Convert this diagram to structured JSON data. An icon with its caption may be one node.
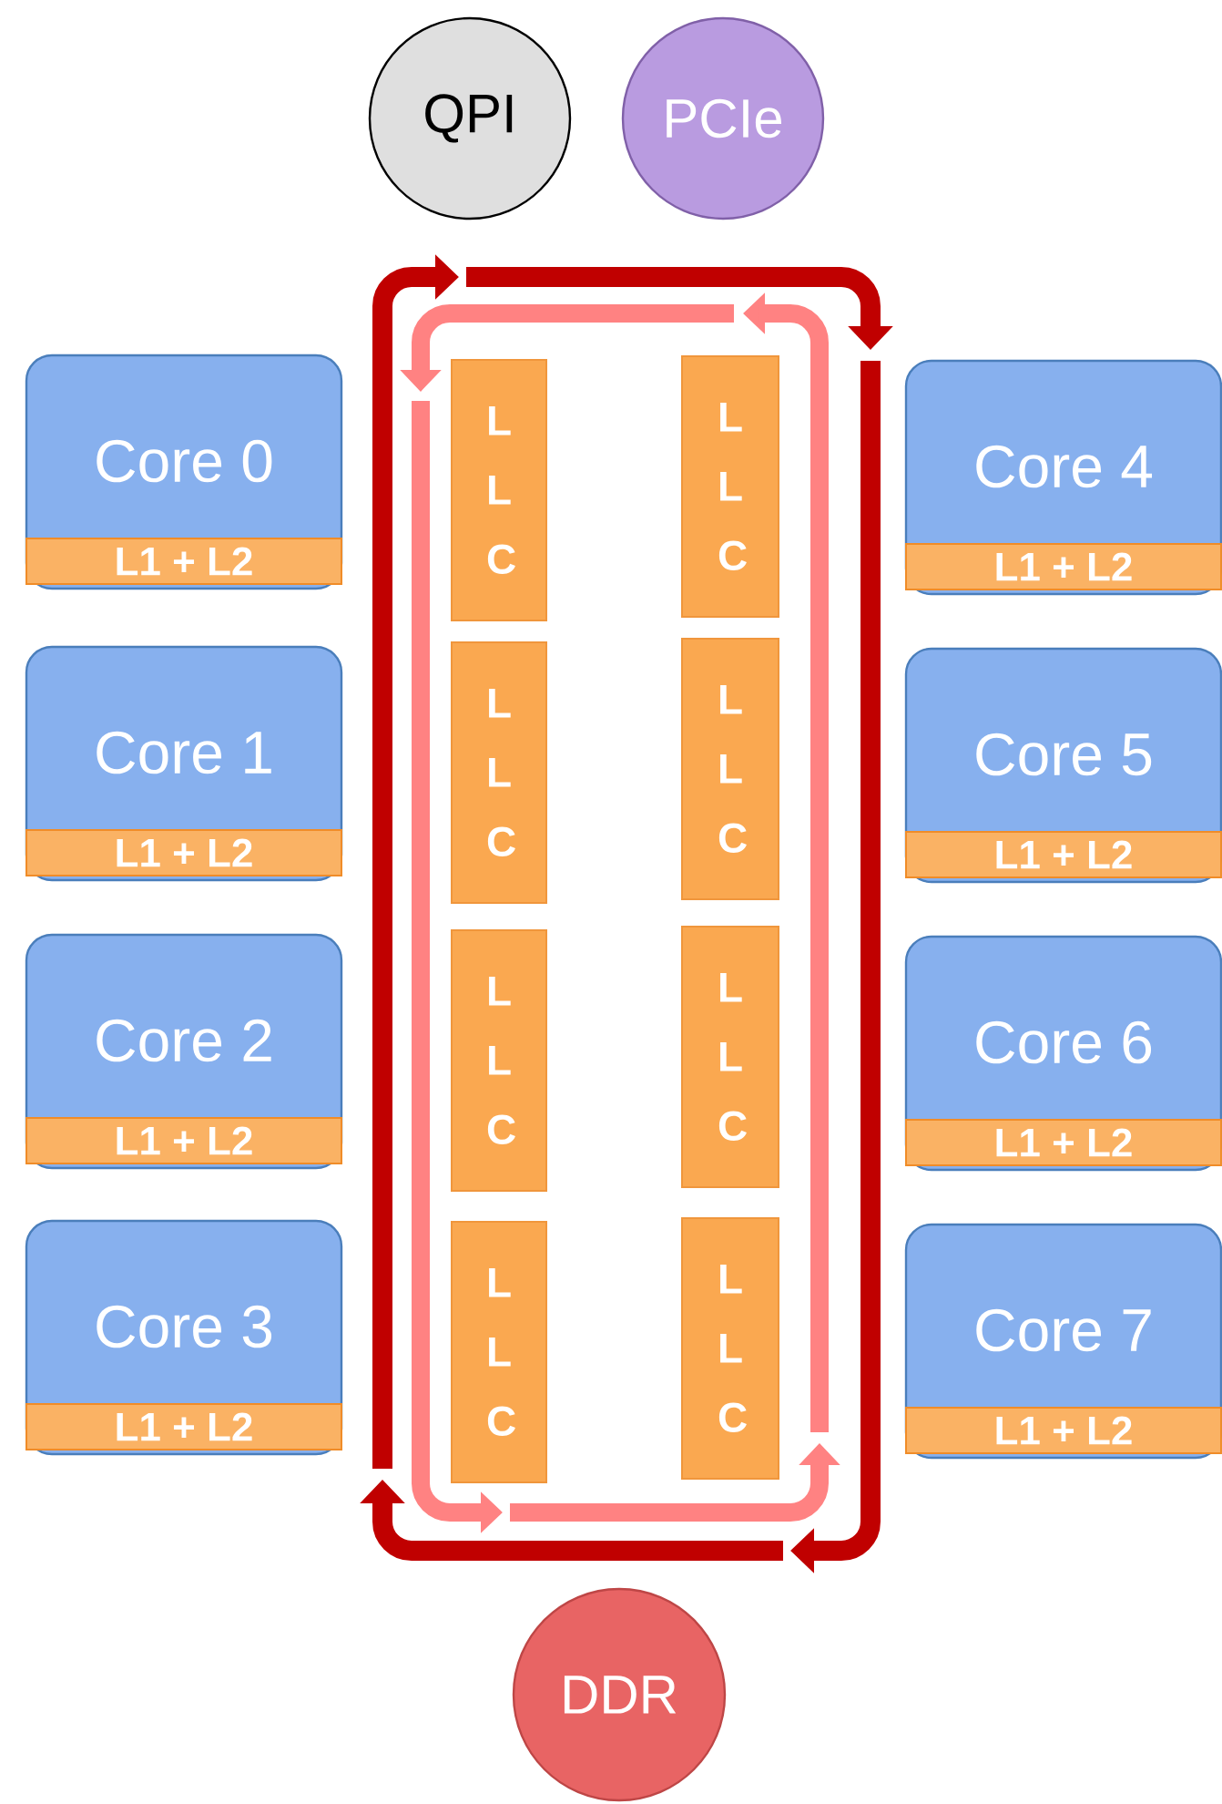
{
  "diagram": {
    "nodes": [
      {
        "text": [
          "QPI"
        ]
      },
      {
        "text": [
          "PCIe"
        ]
      },
      {
        "text": [
          "Core 0"
        ]
      },
      {
        "text": [
          "L1 + L2"
        ],
        "in": 2
      },
      {
        "text": [
          "Core 1"
        ]
      },
      {
        "text": [
          "L1 + L2"
        ],
        "in": 4
      },
      {
        "text": [
          "Core 2"
        ]
      },
      {
        "text": [
          "L1 + L2"
        ],
        "in": 6
      },
      {
        "text": [
          "Core 3"
        ]
      },
      {
        "text": [
          "L1 + L2"
        ],
        "in": 8
      },
      {
        "text": [
          "L L C"
        ]
      },
      {
        "text": [
          "L L C"
        ]
      },
      {
        "text": [
          "L L C"
        ]
      },
      {
        "text": [
          "L L C"
        ]
      },
      {
        "text": [
          "L L C"
        ]
      },
      {
        "text": [
          "L L C"
        ]
      },
      {
        "text": [
          "L L C"
        ]
      },
      {
        "text": [
          "L L C"
        ]
      },
      {
        "text": [
          "Core 4"
        ]
      },
      {
        "text": [
          "L1 + L2"
        ],
        "in": 18
      },
      {
        "text": [
          "Core 5"
        ]
      },
      {
        "text": [
          "L1 + L2"
        ],
        "in": 20
      },
      {
        "text": [
          "Core 6"
        ]
      },
      {
        "text": [
          "L1 + L2"
        ],
        "in": 22
      },
      {
        "text": [
          "Core 7"
        ]
      },
      {
        "text": [
          "L1 + L2"
        ],
        "in": 24
      },
      {
        "text": [
          "DDR"
        ]
      }
    ]
  }
}
